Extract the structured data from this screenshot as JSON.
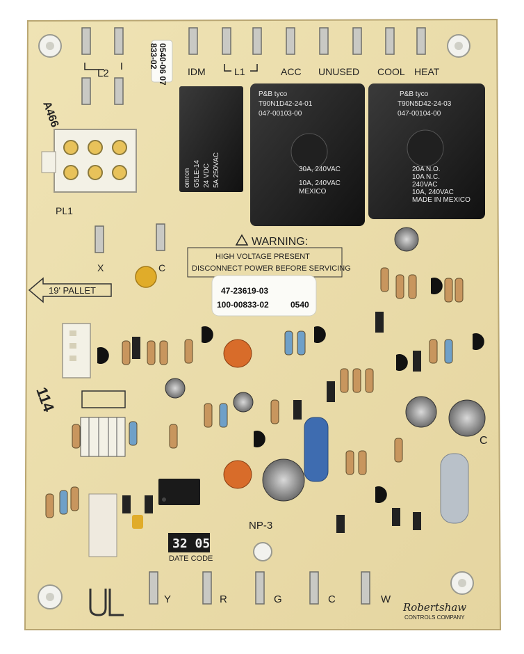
{
  "board": {
    "terminal_labels_top": [
      "IDM",
      "L1",
      "ACC",
      "UNUSED",
      "COOL",
      "HEAT"
    ],
    "l2_label": "L2",
    "plug_label": "PL1",
    "terminal_x_label": "X",
    "terminal_c_label": "C",
    "part_sticker_top": "0540-06 07\n833-02",
    "board_number_left": "A466",
    "side_number_left": "114",
    "pallet_label": "19' PALLET",
    "warning_title": "WARNING:",
    "warning_line1": "HIGH VOLTAGE PRESENT",
    "warning_line2": "DISCONNECT POWER BEFORE SERVICING",
    "part_label_line1": "47-23619-03",
    "part_label_line2": "100-00833-02",
    "part_label_line3": "0540",
    "np_label": "NP-3",
    "date_code_value": "32 05",
    "date_code_label": "DATE CODE",
    "bottom_terminals": [
      "Y",
      "R",
      "G",
      "C",
      "W"
    ],
    "right_c_label": "C",
    "brand_line1": "Robertshaw",
    "brand_line2": "CONTROLS COMPANY"
  },
  "relays": [
    {
      "brand": "omron",
      "model": "G5LE-14",
      "coil": "24 VDC",
      "rating": "5A 250VAC"
    },
    {
      "brand": "P&B  tyco",
      "model": "T90N1D42-24-01",
      "part": "047-00103-00",
      "rating1": "30A, 240VAC",
      "rating2": "10A, 240VAC",
      "origin": "MEXICO"
    },
    {
      "brand": "P&B  tyco",
      "model": "T90N5D42-24-03",
      "part": "047-00104-00",
      "rating1": "20A N.O.",
      "rating2": "10A N.C.",
      "rating3": "240VAC",
      "rating4": "10A, 240VAC",
      "origin": "MADE IN MEXICO"
    }
  ]
}
